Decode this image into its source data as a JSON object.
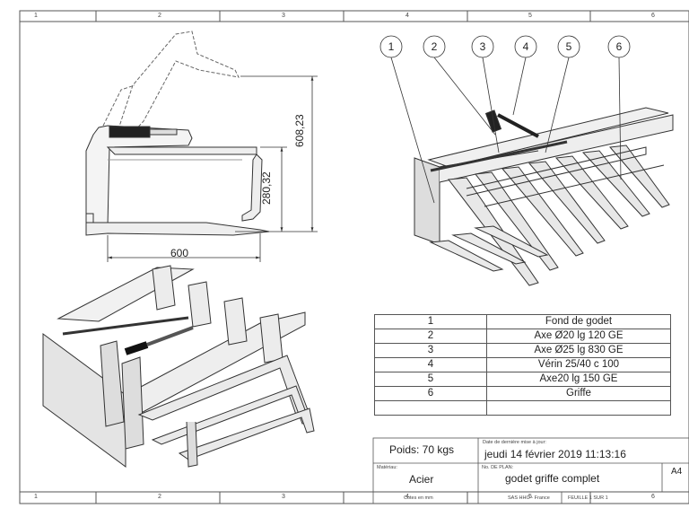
{
  "zones": {
    "top": [
      "1",
      "2",
      "3",
      "4",
      "5",
      "6"
    ],
    "bottom": [
      "1",
      "2",
      "3",
      "4",
      "5",
      "6"
    ]
  },
  "dimensions": {
    "overall_height": "608,23",
    "inner_height": "280,32",
    "width": "600"
  },
  "balloons": [
    "1",
    "2",
    "3",
    "4",
    "5",
    "6"
  ],
  "bom": [
    {
      "item": "1",
      "description": "Fond de godet"
    },
    {
      "item": "2",
      "description": "Axe Ø20 lg 120 GE"
    },
    {
      "item": "3",
      "description": "Axe Ø25 lg 830 GE"
    },
    {
      "item": "4",
      "description": "Vérin 25/40 c 100"
    },
    {
      "item": "5",
      "description": "Axe20 lg 150 GE"
    },
    {
      "item": "6",
      "description": "Griffe"
    }
  ],
  "title_block": {
    "weight": "Poids:  70 kgs",
    "date_label": "Date de dernière mise à jour:",
    "date_value": "jeudi 14 février 2019 11:13:16",
    "material_label": "Matériau:",
    "material_value": "Acier",
    "plan_label": "No. DE PLAN:",
    "plan_value": "godet griffe complet",
    "format": "A4",
    "units_note": "Cotes en mm",
    "company": "SAS HHO - France",
    "sheet": "FEUILLE 1 SUR 1"
  }
}
